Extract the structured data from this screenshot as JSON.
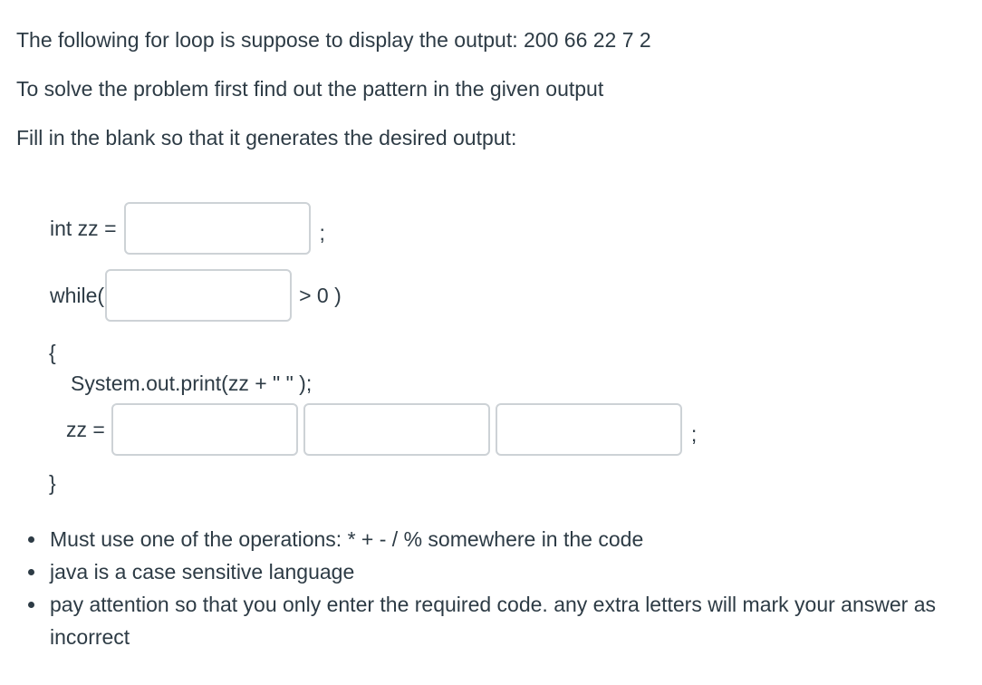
{
  "question": {
    "intro_lines": [
      "The following for loop is suppose to display the output: 200 66 22 7 2",
      "To solve the problem first find out the pattern in the given output",
      "Fill in the blank so that it generates the desired output:"
    ],
    "code": {
      "init_label": "int zz =",
      "init_suffix": ";",
      "while_label": "while(",
      "while_suffix": "> 0 )",
      "open_brace": "{",
      "print_statement": "System.out.print(zz + \" \" );",
      "update_label": "zz =",
      "update_suffix": ";",
      "close_brace": "}"
    },
    "inputs": {
      "init_value": "",
      "condition_value": "",
      "update_value_1": "",
      "update_value_2": "",
      "update_value_3": ""
    },
    "notes": [
      "Must use one of the operations: * + - / % somewhere in the code",
      "java is a case sensitive language",
      "pay attention so that you only enter the required code. any extra letters will mark your answer as incorrect"
    ],
    "colors": {
      "text": "#2d3b45",
      "input_border": "#cdd2d6",
      "background": "#ffffff"
    }
  }
}
